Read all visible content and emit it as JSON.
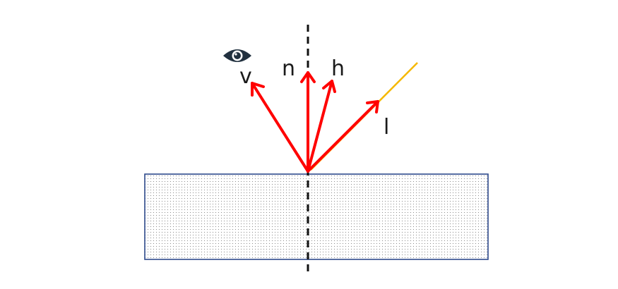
{
  "labels": {
    "view": "v",
    "normal": "n",
    "half": "h",
    "light": "l"
  },
  "icons": {
    "viewer": "eye-icon"
  },
  "colors": {
    "vector": "#ff0000",
    "incident_ray": "#f5b800",
    "normal_line": "#111111",
    "surface_border": "#2e4a8c",
    "surface_dots": "#8a8a8a",
    "eye": "#22313f"
  },
  "style": {
    "normal_line": "dashed",
    "surface_fill": "dotted"
  }
}
